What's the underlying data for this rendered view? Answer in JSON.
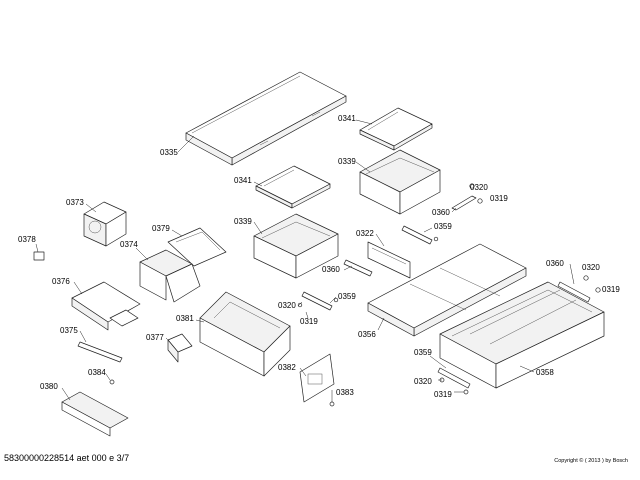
{
  "footer": {
    "document_id": "58300000228514 aet 000 e 3/7",
    "copyright": "Copyright © ( 2013 ) by Bosch"
  },
  "callouts": {
    "c0335": "0335",
    "c0341a": "0341",
    "c0341b": "0341",
    "c0339a": "0339",
    "c0339b": "0339",
    "c0320a": "0320",
    "c0320b": "0320",
    "c0320c": "0320",
    "c0320d": "0320",
    "c0319a": "0319",
    "c0319b": "0319",
    "c0319c": "0319",
    "c0319d": "0319",
    "c0360a": "0360",
    "c0360b": "0360",
    "c0360c": "0360",
    "c0359a": "0359",
    "c0359b": "0359",
    "c0359c": "0359",
    "c0322": "0322",
    "c0356": "0356",
    "c0358": "0358",
    "c0373": "0373",
    "c0378": "0378",
    "c0374": "0374",
    "c0379": "0379",
    "c0376": "0376",
    "c0375": "0375",
    "c0377": "0377",
    "c0381": "0381",
    "c0384": "0384",
    "c0380": "0380",
    "c0382": "0382",
    "c0383": "0383"
  }
}
